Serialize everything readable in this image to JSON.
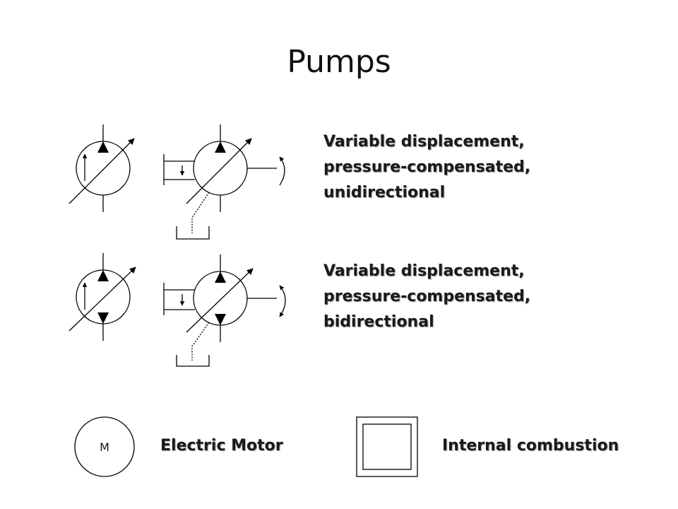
{
  "title": "Pumps",
  "rows": [
    {
      "lines": [
        "Variable displacement,",
        "pressure-compensated,",
        "unidirectional"
      ]
    },
    {
      "lines": [
        "Variable displacement,",
        "pressure-compensated,",
        "bidirectional"
      ]
    }
  ],
  "electric_motor": {
    "letter": "M",
    "label": "Electric Motor"
  },
  "internal_combustion": {
    "label": "Internal combustion"
  }
}
